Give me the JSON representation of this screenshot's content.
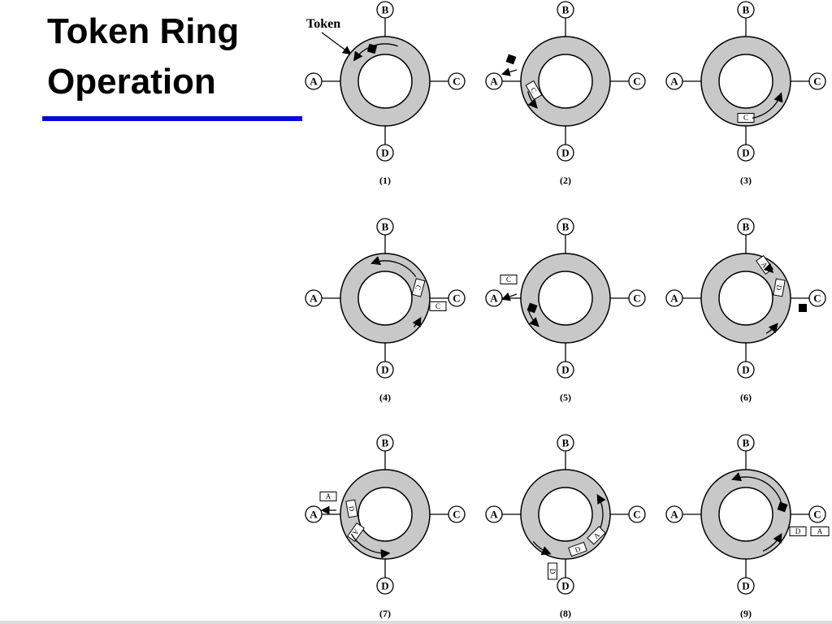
{
  "slide": {
    "title_line_1": "Token Ring",
    "title_line_2": "Operation",
    "accent_color": "#0a0ad6"
  },
  "diagram": {
    "token_label": "Token",
    "ring_color": "#c8c8c8",
    "stations": [
      "A",
      "B",
      "C",
      "D"
    ],
    "steps": [
      {
        "label": "(1)",
        "frames": []
      },
      {
        "label": "(2)",
        "frames": [
          "C"
        ]
      },
      {
        "label": "(3)",
        "frames": [
          "C"
        ]
      },
      {
        "label": "(4)",
        "frames": [
          "C",
          "C"
        ]
      },
      {
        "label": "(5)",
        "frames": [
          "C"
        ]
      },
      {
        "label": "(6)",
        "frames": [
          "A",
          "D"
        ]
      },
      {
        "label": "(7)",
        "frames": [
          "A",
          "D",
          "A"
        ]
      },
      {
        "label": "(8)",
        "frames": [
          "D",
          "A",
          "D"
        ]
      },
      {
        "label": "(9)",
        "frames": [
          "D",
          "A"
        ]
      }
    ]
  }
}
